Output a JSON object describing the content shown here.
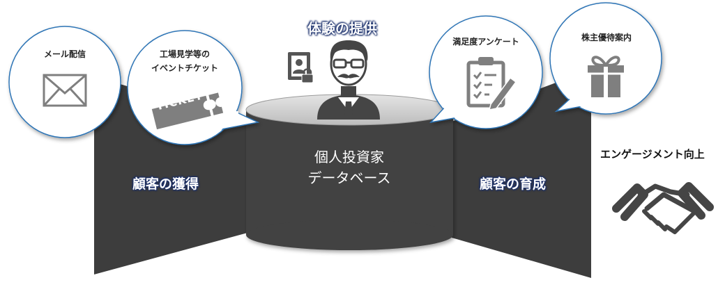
{
  "title": "体験の提供",
  "database": {
    "line1": "個人投資家",
    "line2": "データベース"
  },
  "panels": {
    "left": "顧客の獲得",
    "right": "顧客の育成"
  },
  "bubbles": {
    "mail": "メール配信",
    "event_line1": "工場見学等の",
    "event_line2": "イベントチケット",
    "survey": "満足度アンケート",
    "gift": "株主優待案内"
  },
  "ticket_text": "TICKET",
  "outcome": "エンゲージメント向上",
  "colors": {
    "panel": "#3d3d3d",
    "cylinder_body": "#424242",
    "cylinder_top": "#d4d4d4",
    "bubble_border": "#2e75b6",
    "icon_gray": "#7f7f7f",
    "text_outline": "#1a2f6b"
  }
}
